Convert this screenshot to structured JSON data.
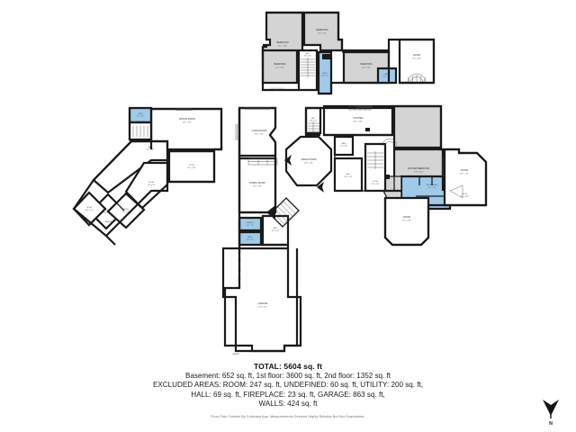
{
  "document": {
    "type": "floor-plan",
    "title": "Floor Plan"
  },
  "summary": {
    "total_label": "TOTAL: 5604 sq. ft",
    "floors_line": "Basement: 652 sq. ft, 1st floor: 3600 sq. ft, 2nd floor: 1352 sq. ft",
    "excluded_line_1": "EXCLUDED AREAS: ROOM: 247 sq. ft, UNDEFINED: 60 sq. ft, UTILITY: 200 sq. ft,",
    "excluded_line_2": "HALL: 69 sq. ft, FIREPLACE: 23 sq. ft, GARAGE: 863 sq. ft,",
    "excluded_line_3": "WALLS: 424 sq. ft",
    "disclaimer": "Floor Plan Created By Cubicasa App. Measurements Deemed Highly Reliable But Not Guaranteed."
  },
  "compass": {
    "label": "N",
    "icon": "north-arrow-icon",
    "direction": "down"
  },
  "palette": {
    "wall": "#1a1a1a",
    "excluded_fill": "#d4d4d4",
    "wet_room_fill": "#9fcbea",
    "wet_room_stroke": "#2f6f9e",
    "room_fill": "#ffffff",
    "thin_line": "#4a4a4a",
    "label_text": "#2a2a2a"
  },
  "areas": {
    "total_sq_ft": 5604,
    "basement_sq_ft": 652,
    "first_floor_sq_ft": 3600,
    "second_floor_sq_ft": 1352,
    "excluded": {
      "room_sq_ft": 247,
      "undefined_sq_ft": 60,
      "utility_sq_ft": 200,
      "hall_sq_ft": 69,
      "fireplace_sq_ft": 23,
      "garage_sq_ft": 863,
      "walls_sq_ft": 424
    }
  },
  "levels": [
    {
      "id": "second-floor",
      "name": "2nd floor",
      "rooms": [
        {
          "name": "BEDROOM",
          "dim": "13'1\" x 12'6\"",
          "fill": "excluded"
        },
        {
          "name": "BEDROOM",
          "dim": "14'3\" x 12'2\"",
          "fill": "excluded"
        },
        {
          "name": "BEDROOM",
          "dim": "12'2\" x 11'0\"",
          "fill": "excluded"
        },
        {
          "name": "BEDROOM",
          "dim": "15'6\" x 13'4\"",
          "fill": "excluded"
        },
        {
          "name": "BATH",
          "dim": "11'1\" x 5'2\"",
          "fill": "wet"
        },
        {
          "name": "BATH",
          "dim": "8'2\" x 5'0\"",
          "fill": "wet"
        },
        {
          "name": "HALL",
          "dim": "9'4\" x 4'6\"",
          "fill": "room"
        },
        {
          "name": "STAIRS",
          "dim": "",
          "fill": "room"
        },
        {
          "name": "ROOM",
          "dim": "13'6\" x 11'8\"",
          "fill": "room"
        }
      ]
    },
    {
      "id": "first-floor",
      "name": "1st floor",
      "rooms": [
        {
          "name": "LIVING ROOM",
          "dim": "24'2\" x 16'4\"",
          "fill": "room"
        },
        {
          "name": "DINING ROOM",
          "dim": "14'0\" x 13'8\"",
          "fill": "room"
        },
        {
          "name": "KITCHEN",
          "dim": "16'2\" x 14'6\"",
          "fill": "room"
        },
        {
          "name": "GREAT ROOM",
          "dim": "22'0\" x 19'6\"",
          "fill": "room"
        },
        {
          "name": "FAMILY ROOM",
          "dim": "22'2\" x 16'4\"",
          "fill": "excluded"
        },
        {
          "name": "MASTER BEDROOM",
          "dim": "17'8\" x 16'10\"",
          "fill": "excluded"
        },
        {
          "name": "MASTER BATH",
          "dim": "16'4\" x 11'2\"",
          "fill": "wet"
        },
        {
          "name": "ROOM",
          "dim": "16'2\" x 13'1\"",
          "fill": "room"
        },
        {
          "name": "ROOM",
          "dim": "14'0\" x 12'8\"",
          "fill": "room"
        },
        {
          "name": "ROOM",
          "dim": "19'1\" x 11'8\"",
          "fill": "room"
        },
        {
          "name": "BATH",
          "dim": "7'2\" x 5'8\"",
          "fill": "wet"
        },
        {
          "name": "LAUNDRY",
          "dim": "9'0\" x 7'6\"",
          "fill": "wet"
        },
        {
          "name": "BATH",
          "dim": "6'4\" x 5'2\"",
          "fill": "wet"
        },
        {
          "name": "HALL",
          "dim": "19'2\" x 5'6\"",
          "fill": "room"
        },
        {
          "name": "HALL",
          "dim": "11'8\" x 4'2\"",
          "fill": "room"
        },
        {
          "name": "GARAGE",
          "dim": "32'4\" x 22'1\"",
          "fill": "room"
        }
      ]
    },
    {
      "id": "basement",
      "name": "Basement",
      "rooms": [
        {
          "name": "BONUS ROOM",
          "dim": "20'1\" x 15'4\"",
          "fill": "room"
        },
        {
          "name": "BATH",
          "dim": "8'1\" x 5'6\"",
          "fill": "wet"
        },
        {
          "name": "ROOM",
          "dim": "12'2\" x 10'1\"",
          "fill": "room"
        },
        {
          "name": "ROOM",
          "dim": "11'4\" x 9'6\"",
          "fill": "room"
        },
        {
          "name": "ROOM",
          "dim": "13'1\" x 8'2\"",
          "fill": "room"
        },
        {
          "name": "ROOM",
          "dim": "10'6\" x 9'1\"",
          "fill": "room"
        },
        {
          "name": "ROOM",
          "dim": "12'0\" x 10'2\"",
          "fill": "room"
        },
        {
          "name": "HALL",
          "dim": "14'1\" x 3'8\"",
          "fill": "room"
        }
      ]
    }
  ]
}
